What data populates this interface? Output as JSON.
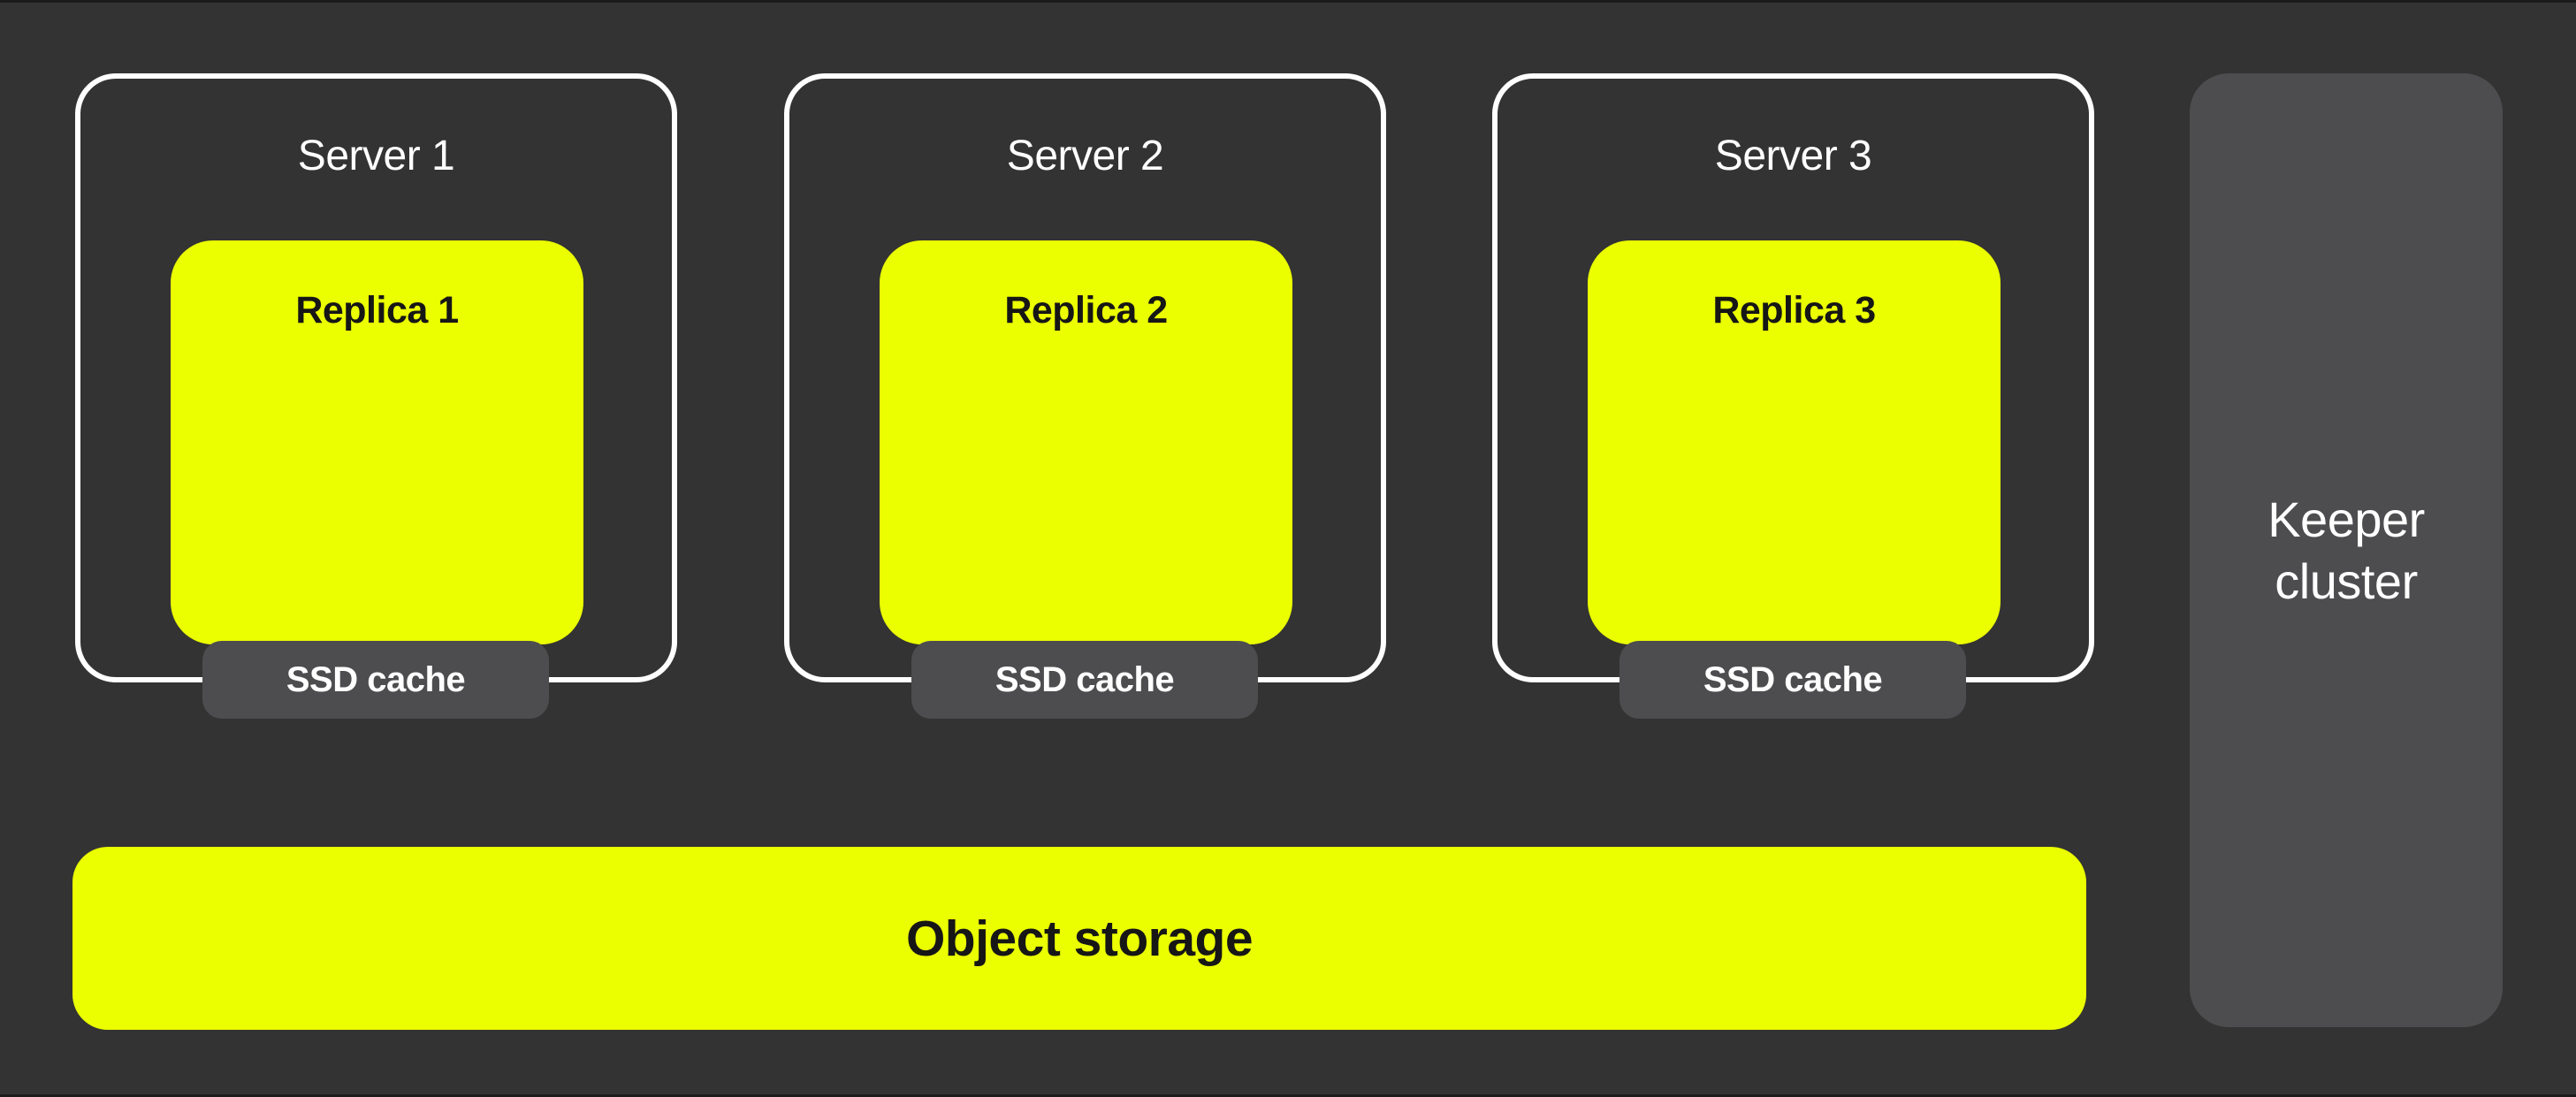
{
  "diagram": {
    "colors": {
      "background": "#333333",
      "accent_yellow": "#EBFF00",
      "panel_gray": "#4D4D4F",
      "outline_white": "#FFFFFF",
      "text_dark": "#161616",
      "text_light": "#FFFFFF"
    },
    "servers": [
      {
        "label": "Server 1",
        "replica_label": "Replica 1",
        "cache_label": "SSD cache"
      },
      {
        "label": "Server 2",
        "replica_label": "Replica 2",
        "cache_label": "SSD cache"
      },
      {
        "label": "Server 3",
        "replica_label": "Replica 3",
        "cache_label": "SSD cache"
      }
    ],
    "object_storage": {
      "label": "Object storage"
    },
    "keeper_cluster": {
      "label": "Keeper cluster"
    }
  }
}
